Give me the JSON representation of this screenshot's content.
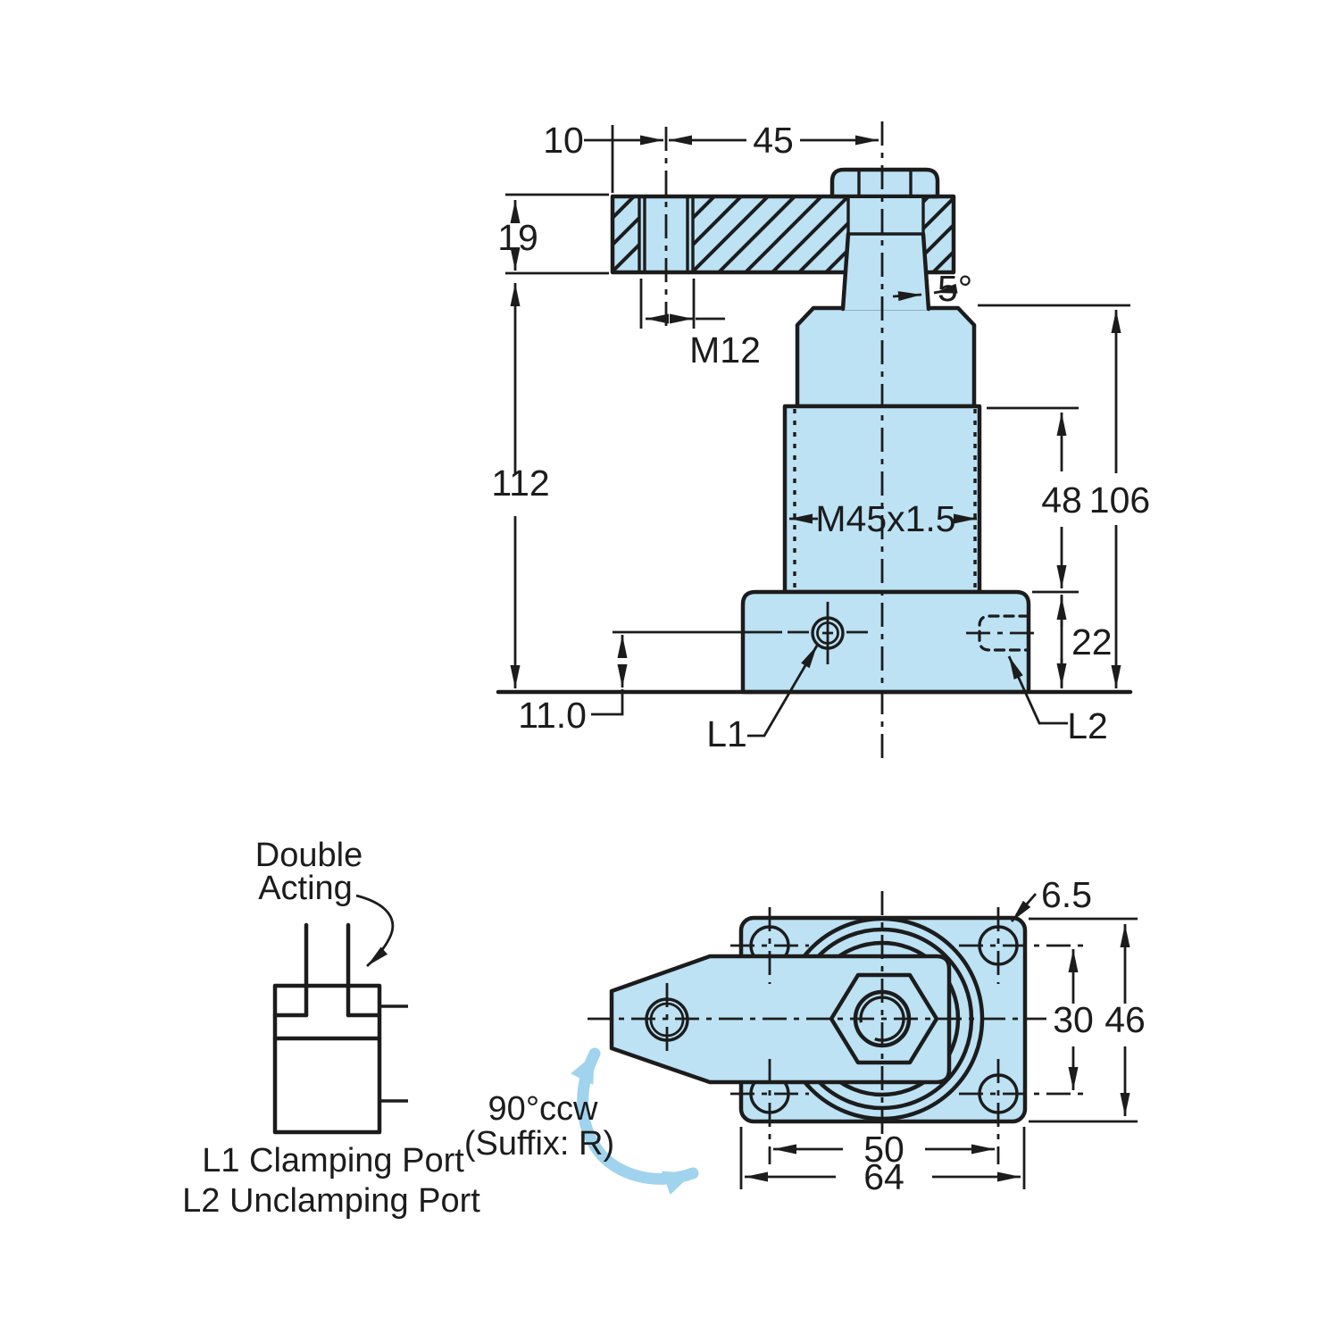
{
  "colors": {
    "part_fill": "#bce2f4",
    "line": "#1c1c1c",
    "rotation_arrow": "#9fd3ee",
    "background": "#ffffff"
  },
  "side_view": {
    "dim_arm_offset": "10",
    "dim_arm_length": "45",
    "dim_arm_thickness": "19",
    "label_arm_thread": "M12",
    "dim_taper_angle": "5°",
    "dim_height_under_arm": "112",
    "label_body_thread": "M45x1.5",
    "dim_thread_length": "48",
    "dim_total_height": "106",
    "dim_base_height": "22",
    "dim_port_height": "11.0",
    "label_port_l1": "L1",
    "label_port_l2": "L2"
  },
  "schematic": {
    "caption_line1": "Double",
    "caption_line2": "Acting",
    "legend_l1": "L1 Clamping Port",
    "legend_l2": "L2 Unclamping Port"
  },
  "top_view": {
    "dim_bolt_hole_dia": "6.5",
    "dim_hole_spacing_vertical": "30",
    "dim_flange_depth": "46",
    "dim_hole_spacing_horizontal": "50",
    "dim_flange_width": "64",
    "rotation_line1": "90°ccw",
    "rotation_line2": "(Suffix: R)"
  }
}
